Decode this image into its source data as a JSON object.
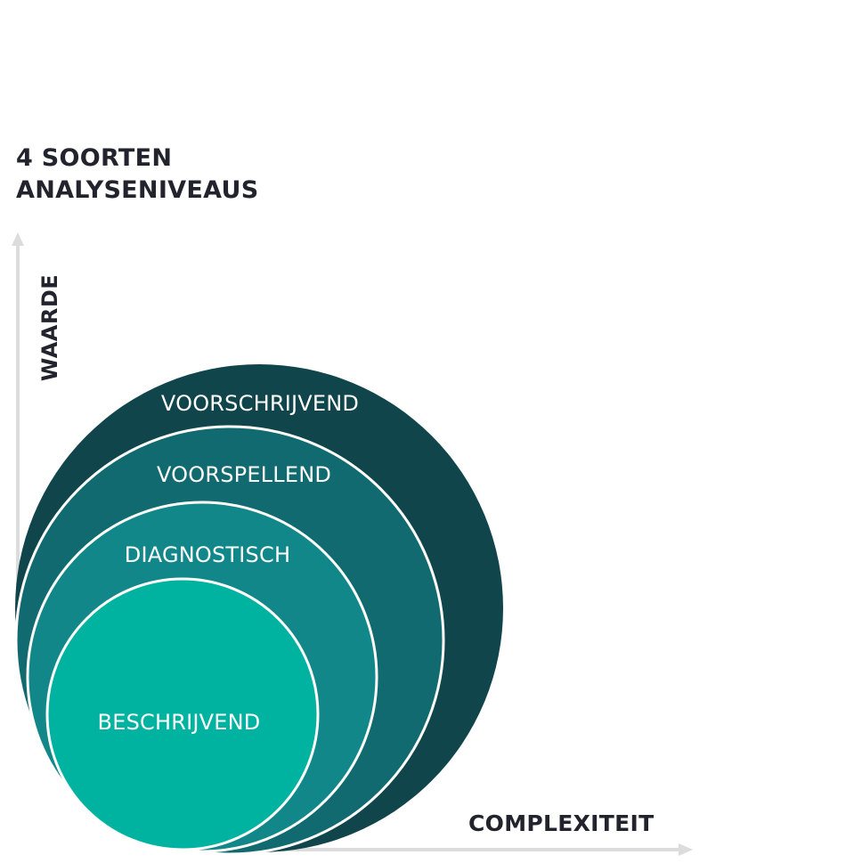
{
  "title": {
    "line1": "4 SOORTEN",
    "line2": "ANALYSENIVEAUS"
  },
  "axes": {
    "y_label": "WAARDE",
    "x_label": "COMPLEXITEIT",
    "axis_color": "#dcdcdc"
  },
  "levels": [
    {
      "label": "VOORSCHRIJVEND",
      "color": "#10464b"
    },
    {
      "label": "VOORSPELLEND",
      "color": "#106a6f"
    },
    {
      "label": "DIAGNOSTISCH",
      "color": "#128789"
    },
    {
      "label": "BESCHRIJVEND",
      "color": "#00b2a0"
    }
  ],
  "colors": {
    "text": "#23232e",
    "ring_separator": "#ffffff"
  }
}
